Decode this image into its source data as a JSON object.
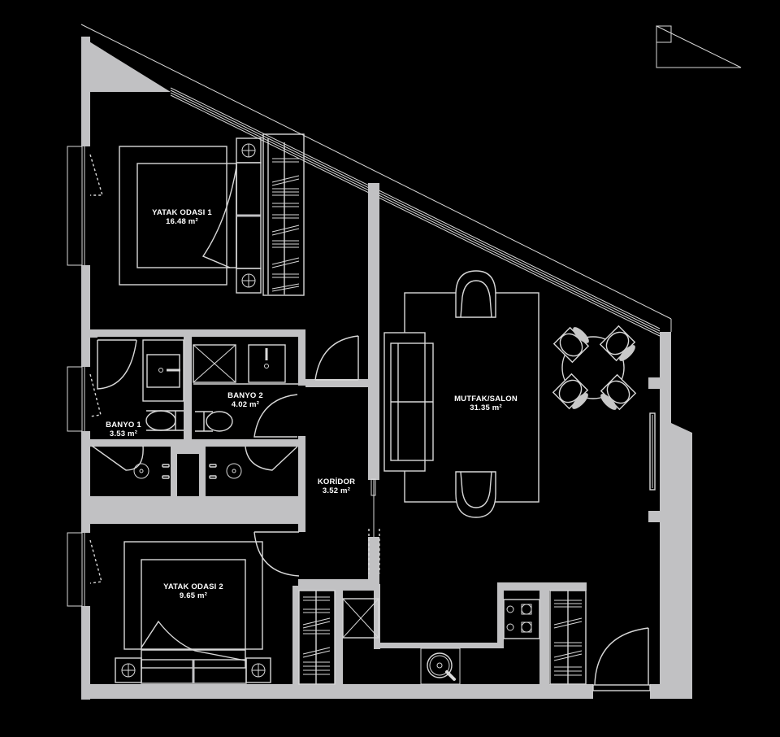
{
  "plan": {
    "background_color": "#000000",
    "wall_color": "#c1c1c3",
    "line_color": "#d8d8d8",
    "text_color": "#ffffff",
    "area_unit": "m²",
    "rooms": [
      {
        "name": "YATAK ODASI 1",
        "area": "16.48 m²"
      },
      {
        "name": "BANYO 1",
        "area": "3.53 m²"
      },
      {
        "name": "BANYO 2",
        "area": "4.02 m²"
      },
      {
        "name": "KORİDOR",
        "area": "3.52 m²"
      },
      {
        "name": "MUTFAK/SALON",
        "area": "31.35 m²"
      },
      {
        "name": "YATAK ODASI 2",
        "area": "9.65 m²"
      }
    ],
    "key_plan_icon": "triangle-key-plan-icon"
  }
}
